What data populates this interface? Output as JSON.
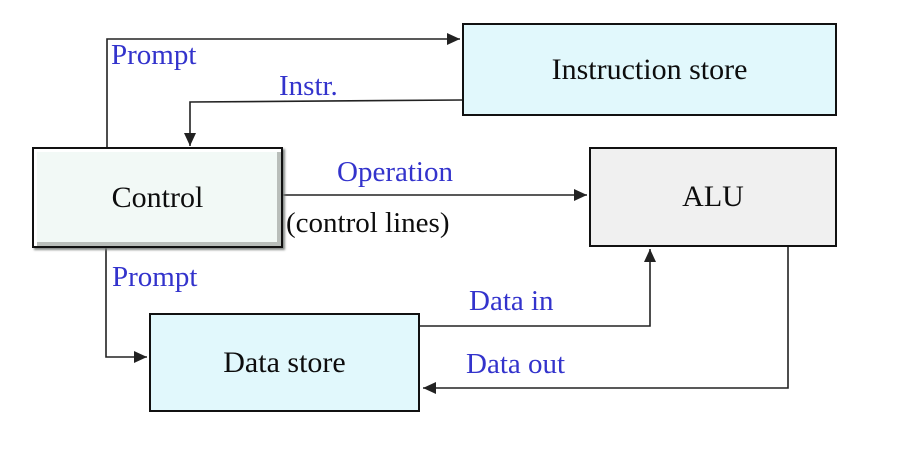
{
  "diagram": {
    "boxes": [
      {
        "id": "control",
        "label": "Control"
      },
      {
        "id": "instruction-store",
        "label": "Instruction store"
      },
      {
        "id": "alu",
        "label": "ALU"
      },
      {
        "id": "data-store",
        "label": "Data store"
      }
    ],
    "edges": [
      {
        "id": "prompt-top",
        "from": "control",
        "to": "instruction-store",
        "label": "Prompt"
      },
      {
        "id": "instr",
        "from": "instruction-store",
        "to": "control",
        "label": "Instr."
      },
      {
        "id": "operation",
        "from": "control",
        "to": "alu",
        "label": "Operation",
        "sublabel": "(control lines)"
      },
      {
        "id": "prompt-bottom",
        "from": "control",
        "to": "data-store",
        "label": "Prompt"
      },
      {
        "id": "data-in",
        "from": "data-store",
        "to": "alu",
        "label": "Data in"
      },
      {
        "id": "data-out",
        "from": "alu",
        "to": "data-store",
        "label": "Data out"
      }
    ],
    "colors": {
      "label_blue": "#3333cc",
      "line": "#222222",
      "store_fill": "#e1f8fc",
      "alu_fill": "#f0f0f0",
      "control_fill": "#f2f9f6",
      "background": "#ffffff"
    }
  }
}
